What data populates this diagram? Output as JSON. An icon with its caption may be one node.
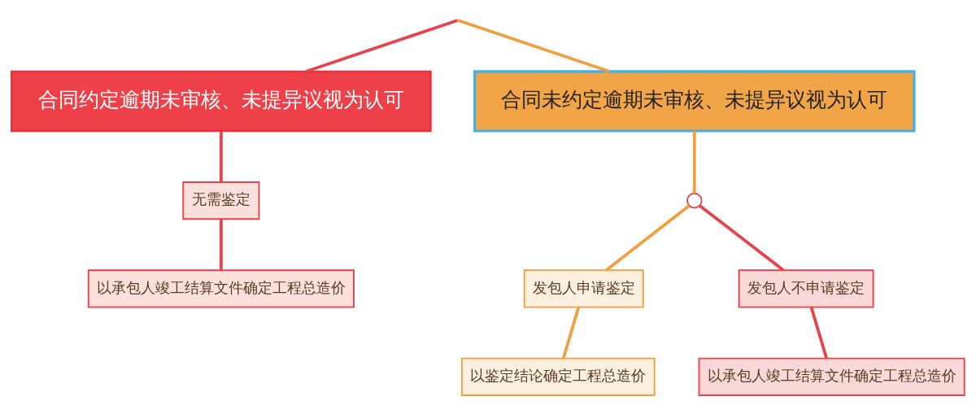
{
  "diagram": {
    "nodes": [
      {
        "text": [
          "合同约定逾期未审核、未提异议视为认可"
        ]
      },
      {
        "text": [
          "合同未约定逾期未审核、未提异议视为认可"
        ]
      },
      {
        "text": [
          "无需鉴定"
        ]
      },
      {
        "text": [
          "以承包人竣工结算文件确定工程总造价"
        ]
      },
      {
        "text": [],
        "shape": "circle"
      },
      {
        "text": [
          "发包人申请鉴定"
        ]
      },
      {
        "text": [
          "发包人不申请鉴定"
        ]
      },
      {
        "text": [
          "以鉴定结论确定工程总造价"
        ]
      },
      {
        "text": [
          "以承包人竣工结算文件确定工程总造价"
        ]
      }
    ],
    "edges": [
      {
        "from": null,
        "to": 0,
        "arrow": "none",
        "color": "#e8424a"
      },
      {
        "from": null,
        "to": 1,
        "arrow": "none",
        "color": "#f0a040"
      },
      {
        "from": 0,
        "to": 2,
        "arrow": "none",
        "color": "#e8424a"
      },
      {
        "from": 2,
        "to": 3,
        "arrow": "none",
        "color": "#e8424a"
      },
      {
        "from": 1,
        "to": 4,
        "arrow": "none",
        "color": "#f0a040"
      },
      {
        "from": 4,
        "to": 5,
        "arrow": "none",
        "color": "#f0a040"
      },
      {
        "from": 4,
        "to": 6,
        "arrow": "none",
        "color": "#e8424a"
      },
      {
        "from": 5,
        "to": 7,
        "arrow": "none",
        "color": "#f0a040"
      },
      {
        "from": 6,
        "to": 8,
        "arrow": "none",
        "color": "#e8424a"
      }
    ]
  }
}
